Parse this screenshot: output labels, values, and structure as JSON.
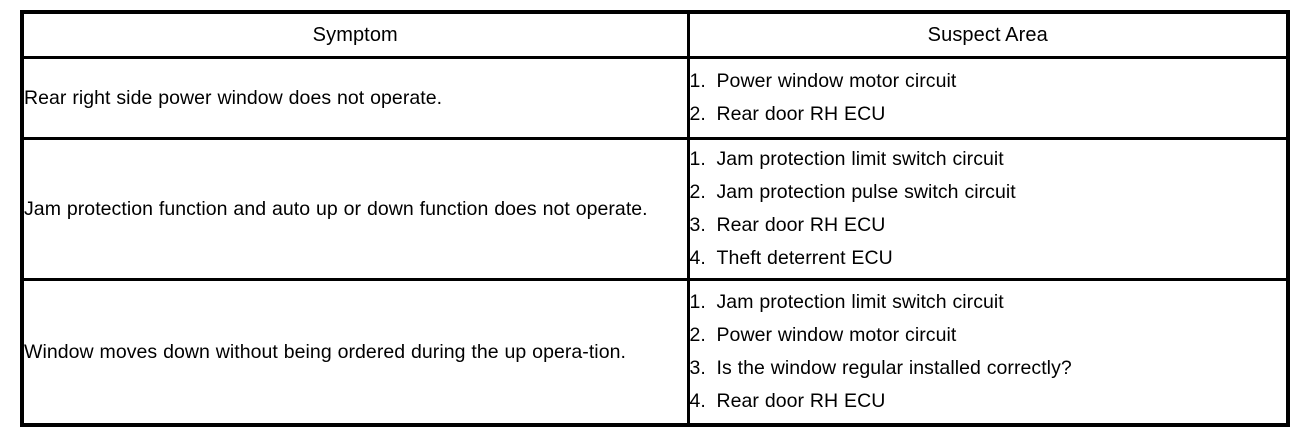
{
  "table": {
    "columns": [
      {
        "key": "symptom",
        "label": "Symptom"
      },
      {
        "key": "suspect",
        "label": "Suspect Area"
      }
    ],
    "rows": [
      {
        "symptom": "Rear right side power window does not operate.",
        "suspect_area": [
          {
            "num": "1.",
            "text": "Power window motor circuit"
          },
          {
            "num": "2.",
            "text": "Rear door RH ECU"
          }
        ]
      },
      {
        "symptom": "Jam protection function and auto up or down function does not operate.",
        "suspect_area": [
          {
            "num": "1.",
            "text": "Jam protection limit switch circuit"
          },
          {
            "num": "2.",
            "text": "Jam protection pulse switch circuit"
          },
          {
            "num": "3.",
            "text": "Rear door RH ECU"
          },
          {
            "num": "4.",
            "text": "Theft deterrent ECU"
          }
        ]
      },
      {
        "symptom": "Window moves down without being ordered during the up opera-tion.",
        "suspect_area": [
          {
            "num": "1.",
            "text": "Jam protection limit switch circuit"
          },
          {
            "num": "2.",
            "text": "Power window motor circuit"
          },
          {
            "num": "3.",
            "text": "Is the window regular installed correctly?"
          },
          {
            "num": "4.",
            "text": "Rear door RH ECU"
          }
        ]
      }
    ]
  },
  "colors": {
    "ink": "#000000",
    "paper": "#ffffff"
  }
}
